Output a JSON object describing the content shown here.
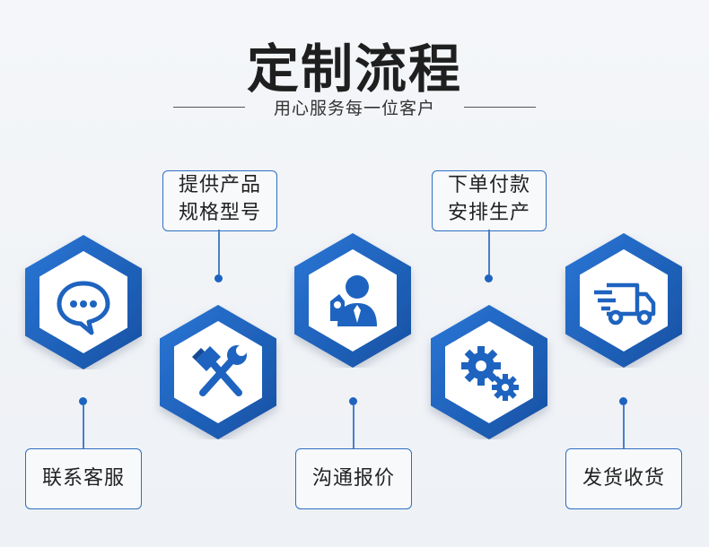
{
  "header": {
    "title": "定制流程",
    "subtitle": "用心服务每一位客户"
  },
  "steps": [
    {
      "label": "联系客服",
      "icon": "chat-bubble-icon"
    },
    {
      "label_lines": [
        "提供产品",
        "规格型号"
      ],
      "icon": "hammer-wrench-icon"
    },
    {
      "label": "沟通报价",
      "icon": "consultant-icon"
    },
    {
      "label_lines": [
        "下单付款",
        "安排生产"
      ],
      "icon": "gears-icon"
    },
    {
      "label": "发货收货",
      "icon": "delivery-truck-icon"
    }
  ],
  "colors": {
    "primary_blue": "#1e63bf",
    "dark_blue": "#154a96",
    "box_border": "#2f6fc2",
    "background": "#eef1f5"
  }
}
